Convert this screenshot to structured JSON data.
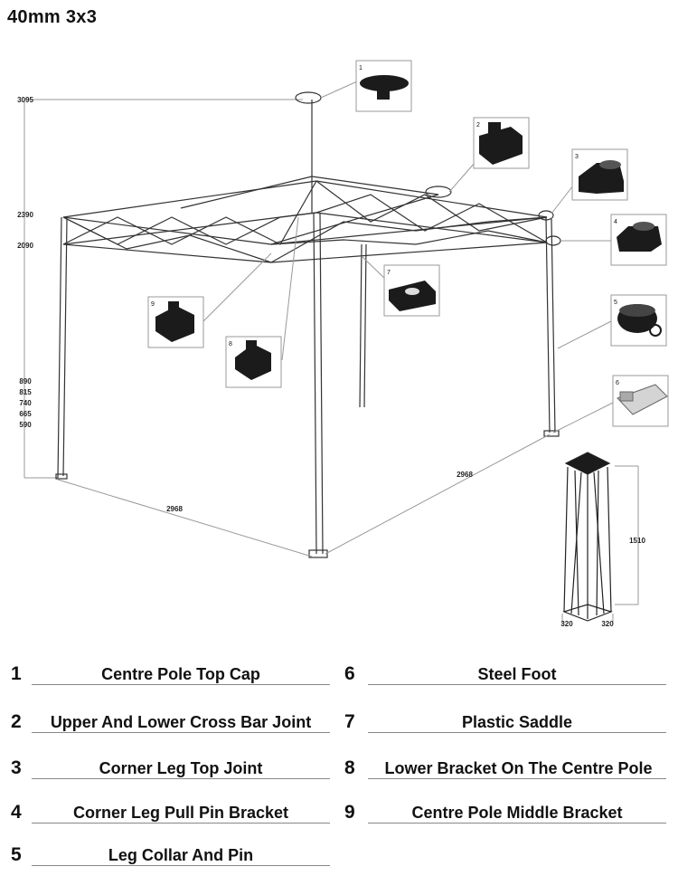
{
  "title": "40mm 3x3",
  "height_labels": [
    "3095",
    "2390",
    "2090",
    "890",
    "815",
    "740",
    "665",
    "590"
  ],
  "width_labels": {
    "front_left": "2968",
    "front_right": "2968"
  },
  "folded": {
    "height": "1510",
    "width_a": "320",
    "width_b": "320"
  },
  "callout_numbers": [
    "1",
    "2",
    "3",
    "4",
    "5",
    "6",
    "7",
    "8",
    "9"
  ],
  "legend": [
    {
      "num": "1",
      "label": "Centre Pole Top Cap"
    },
    {
      "num": "2",
      "label": "Upper And Lower Cross Bar Joint"
    },
    {
      "num": "3",
      "label": "Corner Leg Top Joint"
    },
    {
      "num": "4",
      "label": "Corner Leg Pull Pin Bracket"
    },
    {
      "num": "5",
      "label": "Leg Collar And Pin"
    },
    {
      "num": "6",
      "label": "Steel Foot"
    },
    {
      "num": "7",
      "label": "Plastic Saddle"
    },
    {
      "num": "8",
      "label": "Lower Bracket On The Centre Pole"
    },
    {
      "num": "9",
      "label": "Centre Pole Middle Bracket"
    }
  ]
}
